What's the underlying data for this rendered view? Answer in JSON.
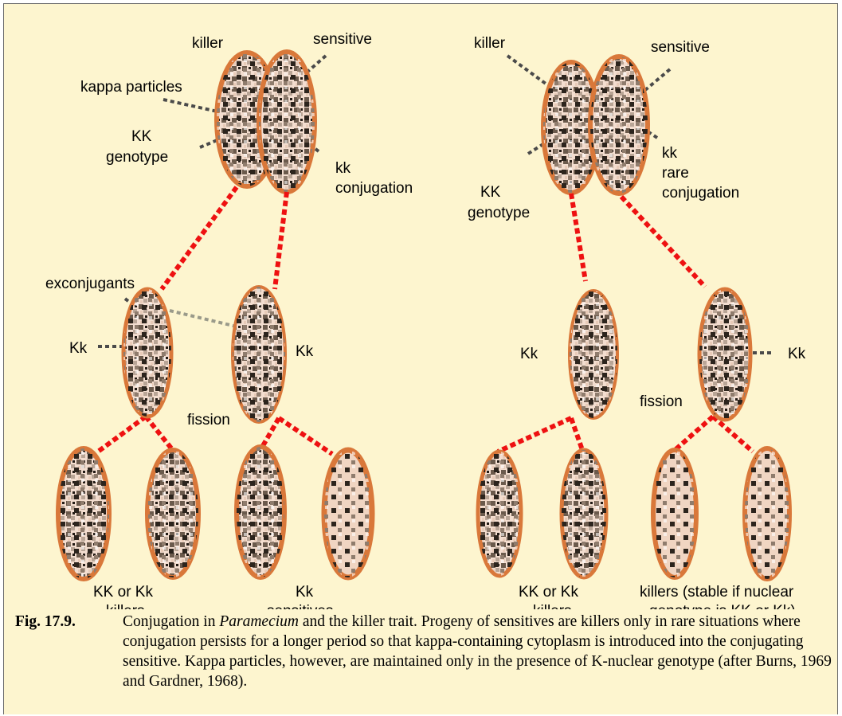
{
  "figure": {
    "number": "Fig. 17.9.",
    "caption_pre": "Conjugation in ",
    "caption_italic": "Paramecium",
    "caption_post": "  and the killer trait. Progeny of sensitives are killers only in rare situations where conjugation persists for a longer period so that kappa-containing cytoplasm is introduced into the conjugating sensitive. Kappa particles, however, are maintained only in the presence of K-nuclear genotype (after Burns, 1969 and Gardner, 1968)."
  },
  "left_panel": {
    "killer": "killer",
    "sensitive": "sensitive",
    "kappa": "kappa particles",
    "kk_geno_1": "KK",
    "kk_geno_2": "genotype",
    "small_kk": "kk",
    "conjugation": "conjugation",
    "exconjugants": "exconjugants",
    "kk_left": "Kk",
    "kk_right": "Kk",
    "fission": "fission",
    "bottom1_1": "KK or Kk",
    "bottom1_2": "killers",
    "bottom2_1": "Kk",
    "bottom2_2": "sensitives"
  },
  "right_panel": {
    "killer": "killer",
    "sensitive": "sensitive",
    "small_kk": "kk",
    "rare": "rare",
    "conjugation": "conjugation",
    "kk_geno_1": "KK",
    "kk_geno_2": "genotype",
    "kk_left": "Kk",
    "kk_right": "Kk",
    "fission": "fission",
    "bottom1_1": "KK or Kk",
    "bottom1_2": "killers",
    "bottom2_1": "killers (stable if nuclear",
    "bottom2_2": "genotype is KK or Kk)"
  },
  "colors": {
    "background": "#fdf5cf",
    "cell_fill": "#f6e2d4",
    "cell_edge": "#d9783a",
    "granule": "#3a3026",
    "arrow": "#ee1111",
    "pointer": "#4a4a4a"
  }
}
